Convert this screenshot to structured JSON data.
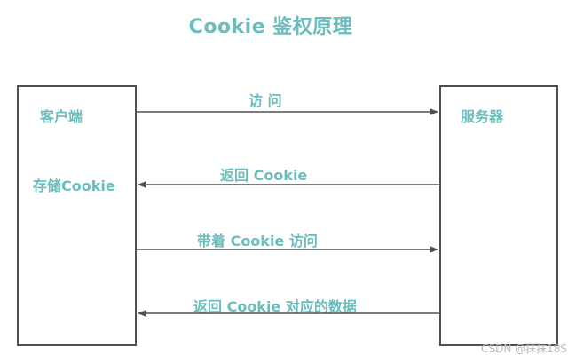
{
  "title": "Cookie 鉴权原理",
  "client": {
    "label": "客户端",
    "store_label": "存储Cookie"
  },
  "server": {
    "label": "服务器"
  },
  "messages": [
    {
      "label": "访  问",
      "direction": "client-to-server"
    },
    {
      "label": "返回 Cookie",
      "direction": "server-to-client"
    },
    {
      "label": "带着 Cookie 访问",
      "direction": "client-to-server"
    },
    {
      "label": "返回 Cookie 对应的数据",
      "direction": "server-to-client"
    }
  ],
  "watermark": "CSDN @抹抹18S",
  "colors": {
    "text_accent": "#6cbdbd",
    "line": "#505050"
  }
}
